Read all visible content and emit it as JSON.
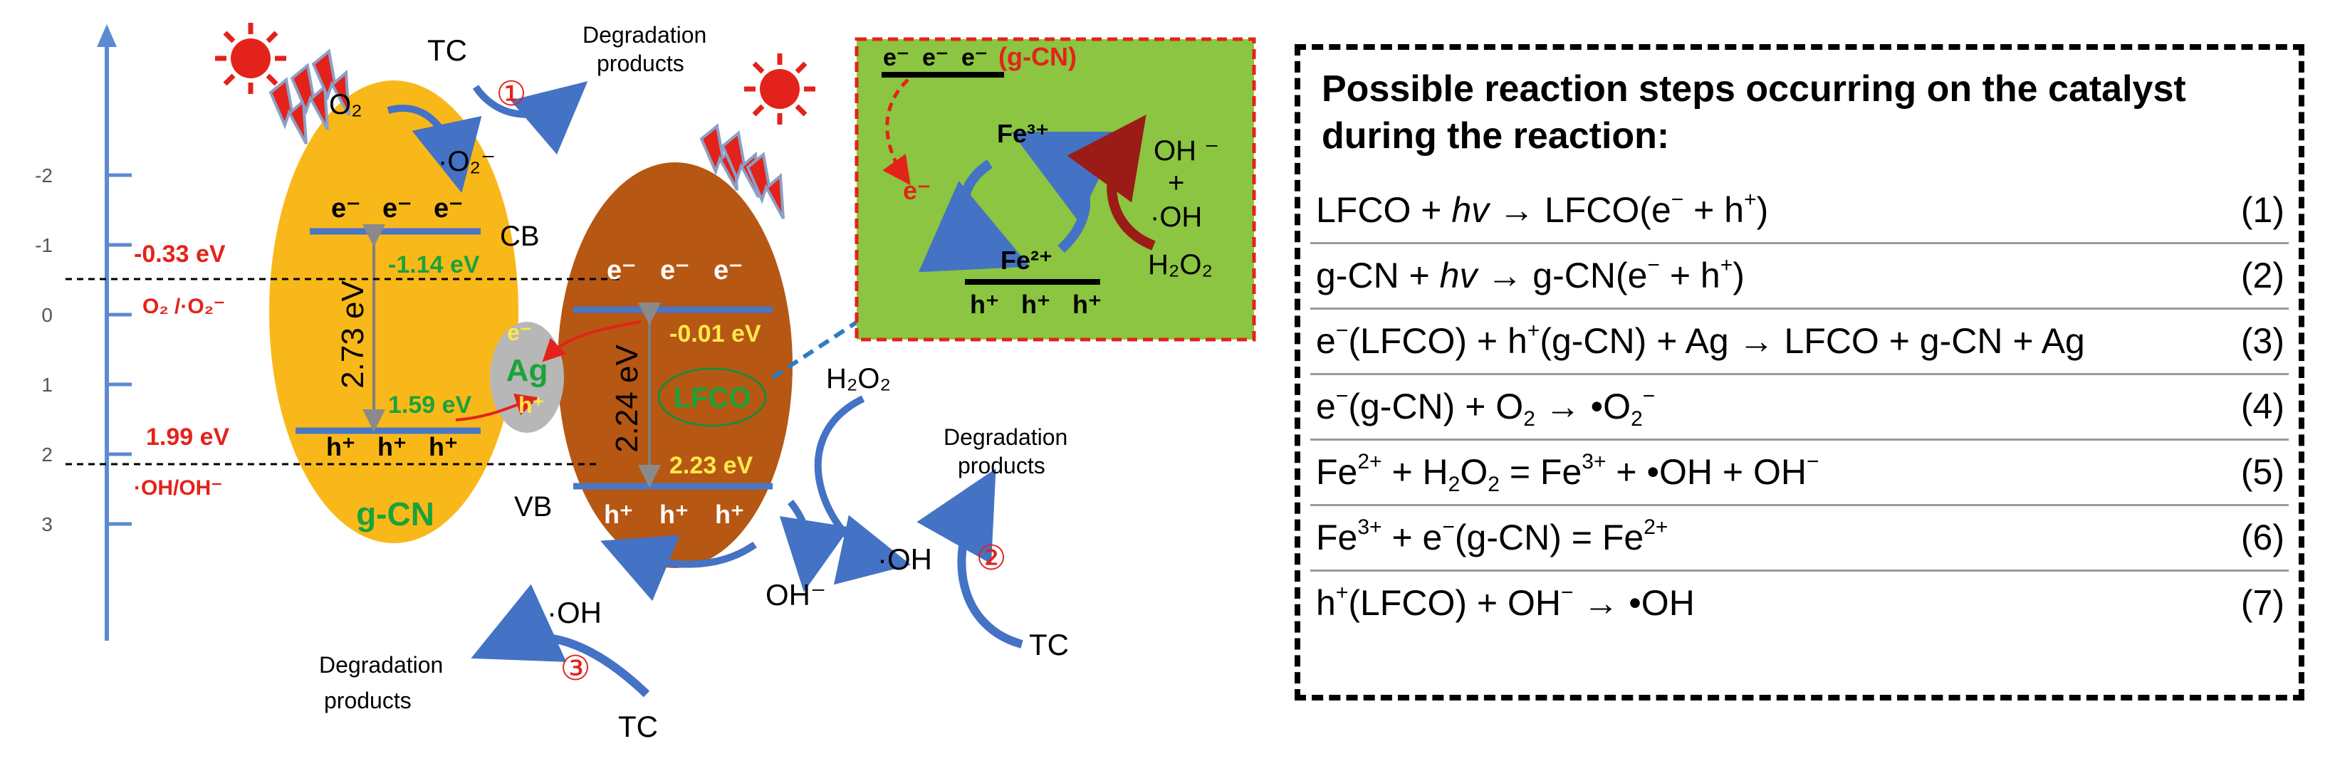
{
  "axis": {
    "ticks": [
      {
        "label": "-2",
        "value": -2
      },
      {
        "label": "-1",
        "value": -1
      },
      {
        "label": "0",
        "value": 0
      },
      {
        "label": "1",
        "value": 1
      },
      {
        "label": "2",
        "value": 2
      },
      {
        "label": "3",
        "value": 3
      }
    ]
  },
  "gcn": {
    "name": "g-CN",
    "cb_electrons": [
      "e⁻",
      "e⁻",
      "e⁻"
    ],
    "vb_holes": [
      "h⁺",
      "h⁺",
      "h⁺"
    ],
    "cb_label": "CB",
    "cb_potential": "-1.14 eV",
    "vb_potential": "1.59 eV",
    "band_gap": "2.73 eV",
    "color": "#f9b81a"
  },
  "lfco": {
    "name": "LFCO",
    "cb_electrons": [
      "e⁻",
      "e⁻",
      "e⁻"
    ],
    "vb_holes": [
      "h⁺",
      "h⁺",
      "h⁺"
    ],
    "vb_label": "VB",
    "cb_potential": "-0.01 eV",
    "vb_potential": "2.23 eV",
    "band_gap": "2.24 eV",
    "color": "#b65713"
  },
  "ag": {
    "name": "Ag",
    "electron": "e⁻",
    "hole": "h⁺"
  },
  "redox_levels": {
    "o2_potential": "-0.33 eV",
    "o2_couple": "O₂ /·O₂⁻",
    "oh_potential": "1.99 eV",
    "oh_couple": "·OH/OH⁻"
  },
  "species": {
    "o2": "O₂",
    "superoxide": "·O₂⁻",
    "tc_1": "TC",
    "deg_1": [
      "Degradation",
      "products"
    ],
    "step_1": "①",
    "h2o2": "H₂O₂",
    "oh_minus": "OH⁻",
    "oh_radical_2": "·OH",
    "step_2": "②",
    "deg_2": [
      "Degradation",
      "products"
    ],
    "tc_2": "TC",
    "oh_radical_3": "·OH",
    "step_3": "③",
    "deg_3": [
      "Degradation",
      "products"
    ],
    "tc_3": "TC"
  },
  "inset": {
    "electrons": [
      "e⁻",
      "e⁻",
      "e⁻"
    ],
    "gcn_label": "(g-CN)",
    "e_label": "e⁻",
    "fe3": "Fe³⁺",
    "fe2": "Fe²⁺",
    "oh_minus": "OH ⁻",
    "plus": "+",
    "oh_radical": "·OH",
    "h2o2": "H₂O₂",
    "holes": [
      "h⁺",
      "h⁺",
      "h⁺"
    ],
    "background": "#8bc541",
    "border": "#e3231b"
  },
  "reactions": {
    "title": "Possible reaction steps occurring on the catalyst during the reaction:",
    "steps": [
      {
        "number": "(1)"
      },
      {
        "number": "(2)"
      },
      {
        "number": "(3)"
      },
      {
        "number": "(4)"
      },
      {
        "number": "(5)"
      },
      {
        "number": "(6)"
      },
      {
        "number": "(7)"
      }
    ]
  },
  "colors": {
    "axis_blue": "#5b8bd0",
    "arrow_blue": "#4472c4",
    "red_text": "#e3231b",
    "green_text": "#1aa33a",
    "yellow_text": "#ffe84a",
    "lightning": "#e3231b",
    "sun": "#e3231b"
  }
}
